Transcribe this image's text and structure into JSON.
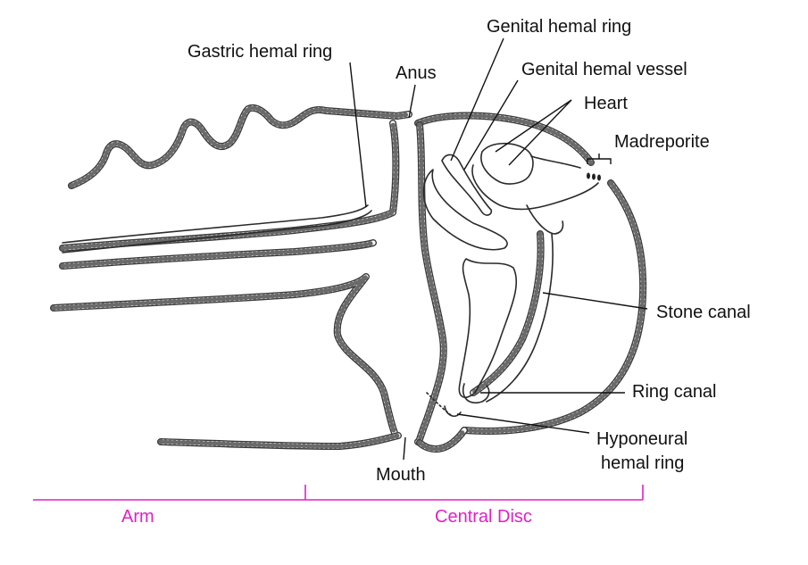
{
  "labels": {
    "gastric_hemal_ring": "Gastric hemal ring",
    "anus": "Anus",
    "genital_hemal_ring": "Genital hemal ring",
    "genital_hemal_vessel": "Genital hemal vessel",
    "heart": "Heart",
    "madreporite": "Madreporite",
    "stone_canal": "Stone canal",
    "ring_canal": "Ring canal",
    "hyponeural_line1": "Hyponeural",
    "hyponeural_line2": "hemal ring",
    "mouth": "Mouth"
  },
  "scale": {
    "arm": "Arm",
    "central_disc": "Central Disc"
  },
  "colors": {
    "scale_magenta": "#e020c8",
    "outline": "#3a3a3a",
    "text": "#111111"
  }
}
